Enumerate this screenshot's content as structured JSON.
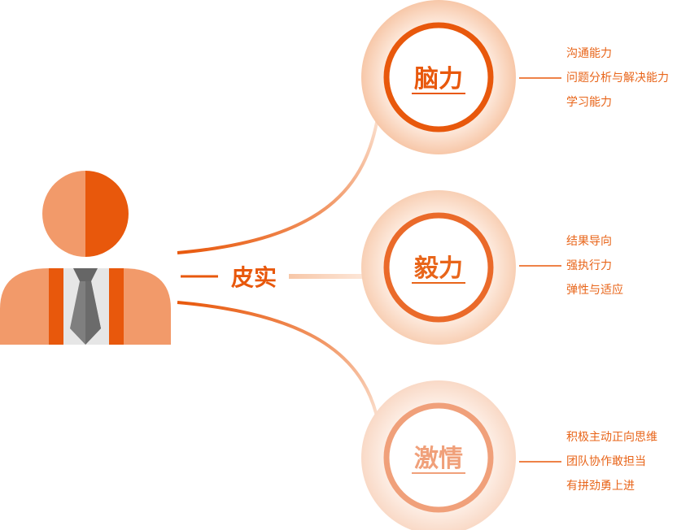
{
  "center": {
    "label": "皮实",
    "color": "#e8580c"
  },
  "nodes": [
    {
      "label": "脑力",
      "color": "#e8580c",
      "text_color": "#e8580c",
      "items": [
        "沟通能力",
        "问题分析与解决能力",
        "学习能力"
      ]
    },
    {
      "label": "毅力",
      "color": "#ea6a2a",
      "text_color": "#e8651a",
      "items": [
        "结果导向",
        "强执行力",
        "弹性与适应"
      ]
    },
    {
      "label": "激情",
      "color": "#f0a07a",
      "text_color": "#f0a07a",
      "items": [
        "积极主动正向思维",
        "团队协作敢担当",
        "有拼劲勇上进"
      ]
    }
  ],
  "colors": {
    "person_light": "#f29a6a",
    "person_dark": "#e8580c",
    "shirt": "#e6e6e6",
    "tie": "#7f7f7f",
    "tie_dark": "#666666",
    "halo": "#fbe3d3",
    "list_text": "#e8651a",
    "list_line": "#e8580c"
  }
}
